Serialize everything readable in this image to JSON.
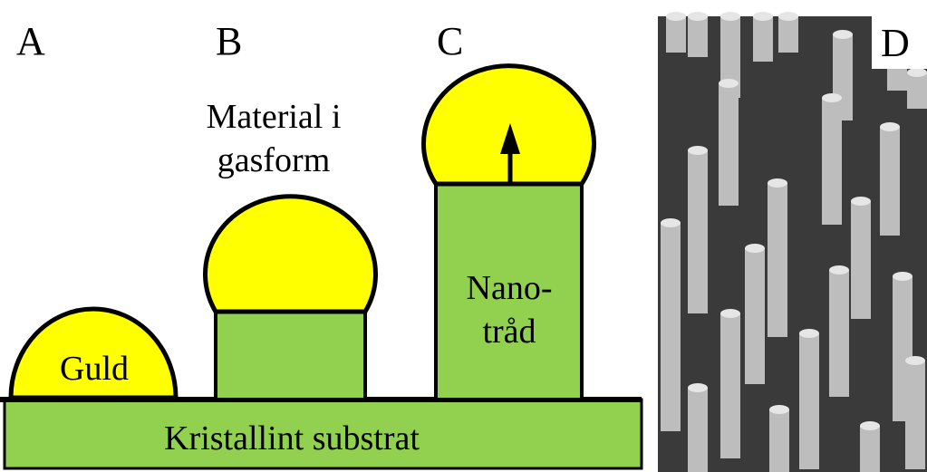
{
  "panels": {
    "a": "A",
    "b": "B",
    "c": "C",
    "d": "D"
  },
  "labels": {
    "gold": "Guld",
    "gas_line1": "Material i",
    "gas_line2": "gasform",
    "nanowire_line1": "Nano-",
    "nanowire_line2": "tråd",
    "substrate": "Kristallint substrat"
  },
  "colors": {
    "gold": "#ffff00",
    "crystal": "#92d050",
    "outline": "#000000",
    "sem_background": "#3a3a3a",
    "sem_pillar": "#bdbdbd"
  },
  "icons": {
    "growth_direction": "arrow-up-icon"
  }
}
